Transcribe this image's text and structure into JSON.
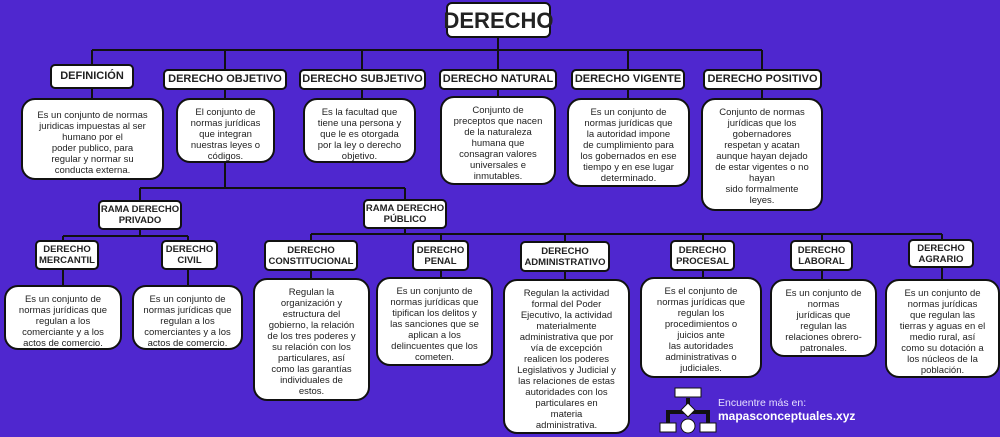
{
  "title": "DERECHO",
  "top": [
    {
      "h": "DEFINICIÓN",
      "d": "Es un conjunto de normas\njuridicas impuestas al ser\nhumano por el\npoder publico, para\nregular y normar su\nconducta externa."
    },
    {
      "h": "DERECHO OBJETIVO",
      "d": "El conjunto de\nnormas jurídicas\nque integran\nnuestras leyes o\ncódigos."
    },
    {
      "h": "DERECHO SUBJETIVO",
      "d": "Es la facultad que\ntiene una persona y\nque le es otorgada\npor la ley o derecho\nobjetivo."
    },
    {
      "h": "DERECHO NATURAL",
      "d": "Conjunto de\npreceptos que nacen\nde la naturaleza\nhumana que\nconsagran valores\nuniversales e\ninmutables."
    },
    {
      "h": "DERECHO VIGENTE",
      "d": "Es un conjunto de\nnormas jurídicas que\nla autoridad impone\nde cumplimiento para\nlos gobernados en ese\ntiempo y en ese lugar\ndeterminado."
    },
    {
      "h": "DERECHO POSITIVO",
      "d": "Conjunto de normas\njurídicas que los\ngobernadores\nrespetan y acatan\naunque hayan dejado\nde estar vigentes o no\nhayan\nsido formalmente\nleyes."
    }
  ],
  "ramas": {
    "privado": "RAMA DERECHO\nPRIVADO",
    "publico": "RAMA DERECHO\nPÚBLICO"
  },
  "sub": [
    {
      "h": "DERECHO\nMERCANTIL",
      "d": "Es un conjunto de\nnormas jurídicas que\nregulan a los\ncomerciante y a los\nactos de comercio."
    },
    {
      "h": "DERECHO\nCIVIL",
      "d": "Es un conjunto de\nnormas jurídicas que\nregulan a los\ncomerciantes y a los\nactos de comercio."
    },
    {
      "h": "DERECHO\nCONSTITUCIONAL",
      "d": "Regulan la\norganización y\nestructura del\ngobierno, la relación\nde los tres poderes y\nsu relación con los\nparticulares, así\ncomo las garantías\nindividuales de\nestos."
    },
    {
      "h": "DERECHO\nPENAL",
      "d": "Es un conjunto de\nnormas jurídicas que\ntipifican los delitos y\nlas sanciones que se\naplican a los\ndelincuentes que los\ncometen."
    },
    {
      "h": "DERECHO\nADMINISTRATIVO",
      "d": "Regulan la actividad\nformal del Poder\nEjecutivo, la actividad\nmaterialmente\nadministrativa que por\nvía de excepción\nrealicen los poderes\nLegislativos y Judicial y\nlas relaciones de estas\nautoridades con los\nparticulares en\nmateria\nadministrativa."
    },
    {
      "h": "DERECHO\nPROCESAL",
      "d": "Es el conjunto de\nnormas jurídicas que\nregulan los\nprocedimientos o\njuicios ante\nlas autoridades\nadministrativas o\njudiciales."
    },
    {
      "h": "DERECHO\nLABORAL",
      "d": "Es un conjunto de\nnormas\njurídicas que\nregulan las\nrelaciones obrero-\npatronales."
    },
    {
      "h": "DERECHO\nAGRARIO",
      "d": "Es un conjunto de\nnormas jurídicas\nque regulan las\ntierras y aguas en el\nmedio rural, así\ncomo su dotación a\nlos núcleos de la\npoblación."
    }
  ],
  "promo": {
    "line1": "Encuentre más en:",
    "line2": "mapasconceptuales.xyz"
  },
  "colors": {
    "background": "#4f27cf",
    "box": "#ffffff",
    "line": "#111111"
  }
}
